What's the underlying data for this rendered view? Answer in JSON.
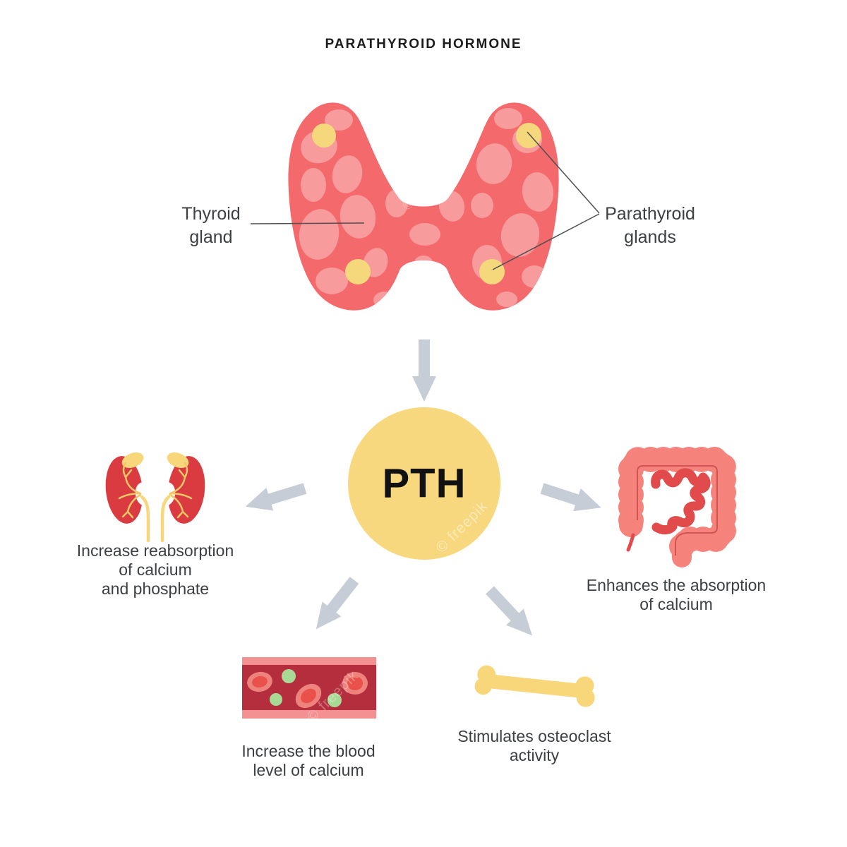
{
  "title": "PARATHYROID HORMONE",
  "watermark": "© freepik",
  "colors": {
    "title_text": "#1c1c1c",
    "label_text": "#3d4043",
    "thyroid_base": "#f4696b",
    "thyroid_blob": "#f89b9c",
    "parathyroid_yellow": "#f6d87c",
    "pth_circle": "#f7d87e",
    "pth_text": "#111111",
    "arrow_gray": "#c6cdd7",
    "leader_line": "#4d4f52",
    "kidney_red": "#d93b40",
    "kidney_yellow": "#f2c867",
    "intestine_large": "#f5837c",
    "intestine_small": "#e14b4b",
    "intestine_line": "#d05552",
    "vessel_border": "#f29092",
    "vessel_interior": "#b52e3d",
    "rbc_outer": "#ee837e",
    "rbc_inner": "#e9514a",
    "green_cell": "#a8da96",
    "bone_yellow": "#f8d77b"
  },
  "labels": {
    "thyroid_gland": [
      "Thyroid",
      "gland"
    ],
    "parathyroid_glands": [
      "Parathyroid",
      "glands"
    ]
  },
  "center": {
    "label": "PTH"
  },
  "organs": {
    "source": "thyroid-with-parathyroid-glands",
    "center": "pth-hormone-circle",
    "targets": [
      "kidneys",
      "large-and-small-intestine",
      "blood-vessel",
      "bone"
    ]
  },
  "effects": [
    {
      "organ": "kidneys",
      "lines": [
        "Increase reabsorption",
        "of calcium",
        "and phosphate"
      ]
    },
    {
      "organ": "intestine",
      "lines": [
        "Enhances the absorption",
        "of calcium"
      ]
    },
    {
      "organ": "blood-vessel",
      "lines": [
        "Increase the blood",
        "level of calcium"
      ]
    },
    {
      "organ": "bone",
      "lines": [
        "Stimulates osteoclast",
        "activity"
      ]
    }
  ]
}
